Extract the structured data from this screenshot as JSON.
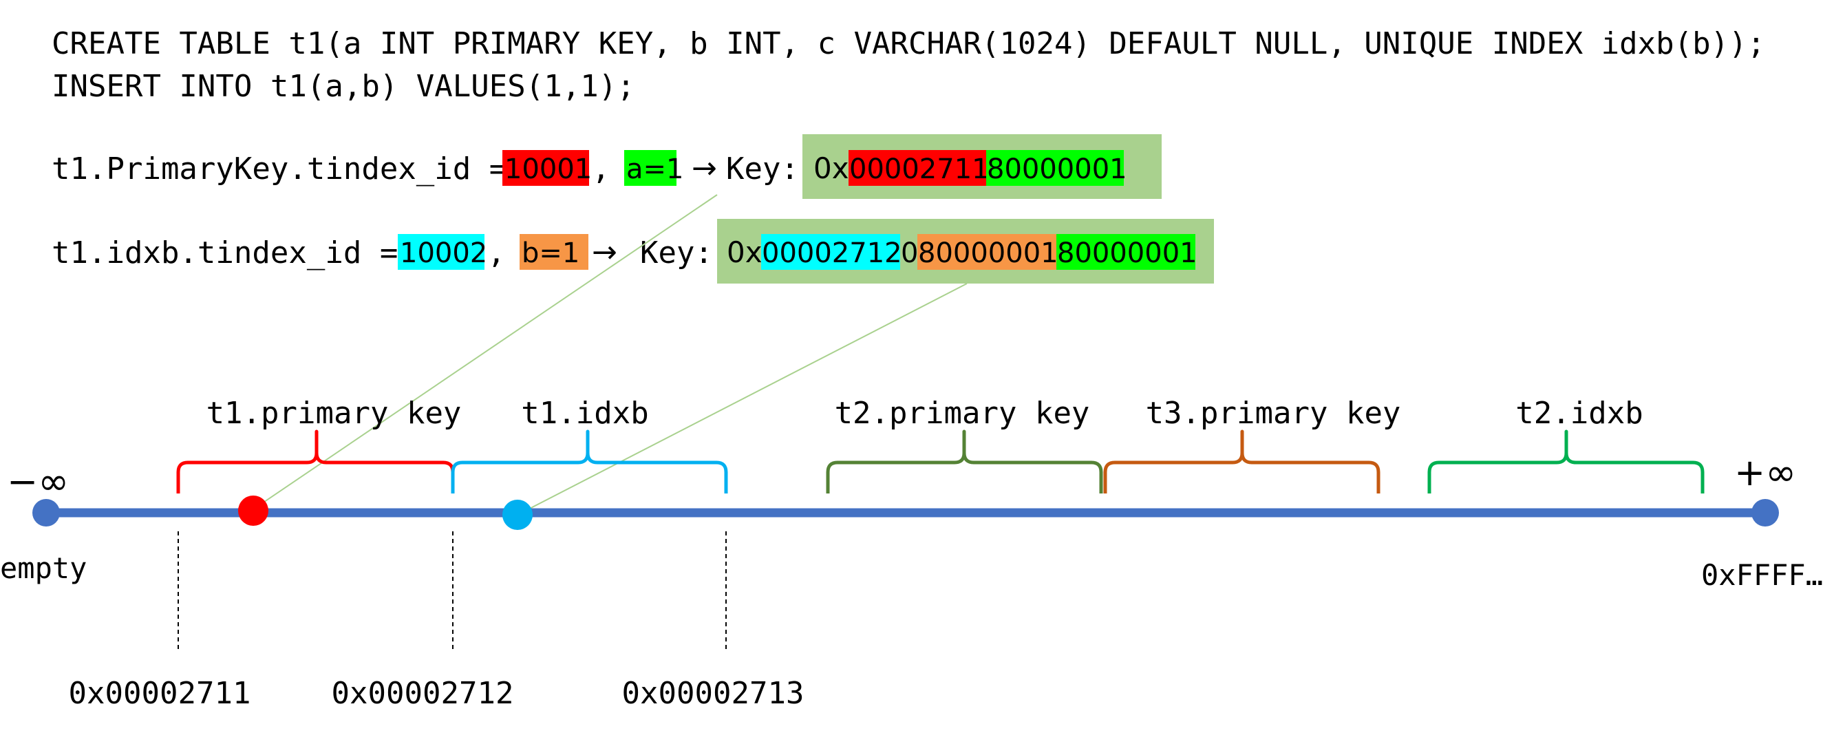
{
  "sql": {
    "line1": "CREATE TABLE t1(a INT PRIMARY KEY, b INT, c VARCHAR(1024) DEFAULT NULL, UNIQUE INDEX idxb(b));",
    "line2": "INSERT INTO t1(a,b) VALUES(1,1);"
  },
  "encoding": {
    "row1": {
      "label": "t1.PrimaryKey.tindex_id = ",
      "tindex_value": "10001",
      "sep": ",",
      "field": "a=1",
      "arrow": "→",
      "key_label": "Key:",
      "key_prefix": "0x",
      "key_parts": [
        "00002711",
        "80000001"
      ]
    },
    "row2": {
      "label": "t1.idxb.tindex_id = ",
      "tindex_value": "10002",
      "sep": ",",
      "field": "b=1",
      "arrow": "→",
      "key_label": "Key:",
      "key_prefix": "0x",
      "key_parts": [
        "00002712",
        "0",
        "80000001",
        "80000001"
      ]
    }
  },
  "keyspace": {
    "neg_inf": "−∞",
    "pos_inf": "+∞",
    "left_end_label": "empty",
    "right_end_label": "0xFFFF…",
    "ranges": [
      {
        "label": "t1.primary key",
        "color": "#ff0000"
      },
      {
        "label": "t1.idxb",
        "color": "#00b0f0"
      },
      {
        "label": "t2.primary key",
        "color": "#548235"
      },
      {
        "label": "t3.primary key",
        "color": "#c55a11"
      },
      {
        "label": "t2.idxb",
        "color": "#00b050"
      }
    ],
    "boundaries": [
      "0x00002711",
      "0x00002712",
      "0x00002713"
    ]
  },
  "colors": {
    "axis": "#4472c4",
    "key_box_bg": "#a9d18e",
    "red_highlight": "#ff0000",
    "green_highlight": "#00ff00",
    "cyan_highlight": "#00ffff",
    "orange_highlight": "#f79646",
    "connector_line": "#a9d18e",
    "point_t1_pk": "#ff0000",
    "point_t1_idxb": "#00b0f0"
  }
}
